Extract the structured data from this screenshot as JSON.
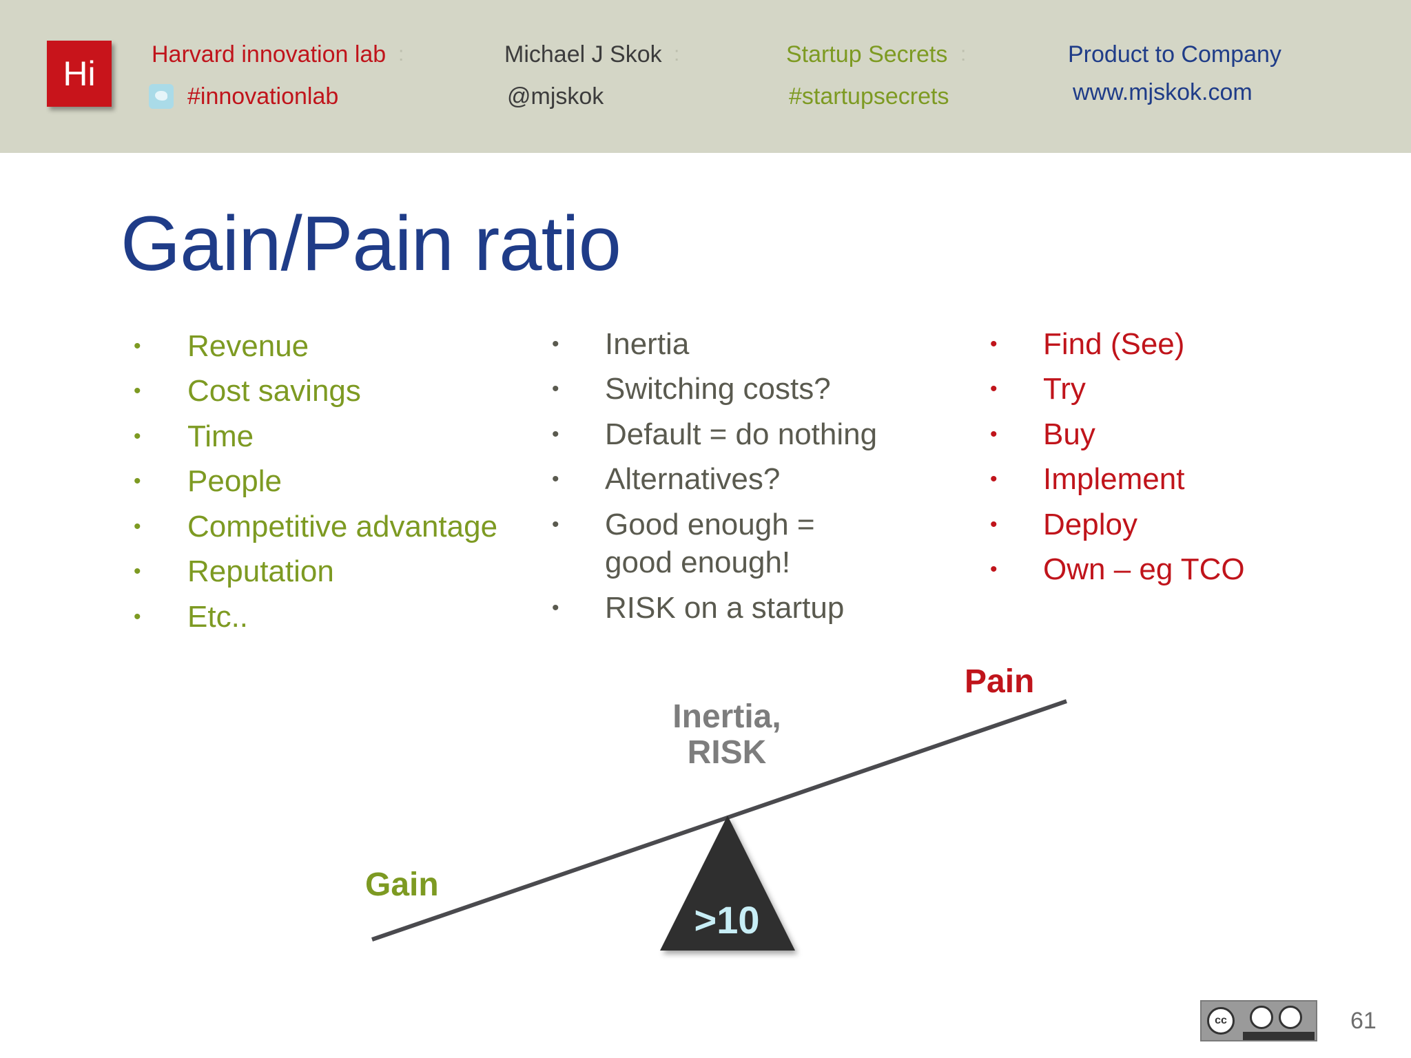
{
  "header": {
    "logo": "Hi",
    "items": [
      {
        "title": "Harvard innovation lab",
        "separator": ":",
        "subtitle": "#innovationlab"
      },
      {
        "title": "Michael J Skok",
        "separator": ":",
        "subtitle": "@mjskok"
      },
      {
        "title": "Startup Secrets",
        "separator": ":",
        "subtitle": "#startupsecrets"
      },
      {
        "title": "Product to Company",
        "subtitle": "www.mjskok.com"
      }
    ],
    "icons": [
      "twitter-icon"
    ]
  },
  "slide": {
    "title": "Gain/Pain ratio",
    "bullet": "•",
    "gain_list": [
      "Revenue",
      "Cost savings",
      "Time",
      "People",
      "Competitive advantage",
      "Reputation",
      "Etc.."
    ],
    "inertia_list": [
      "Inertia",
      "Switching costs?",
      "Default = do nothing",
      "Alternatives?",
      "Good enough =",
      "good enough!",
      "RISK on a startup"
    ],
    "pain_list": [
      "Find (See)",
      "Try",
      "Buy",
      "Implement",
      "Deploy",
      "Own – eg TCO"
    ],
    "diagram": {
      "pain_label": "Pain",
      "gain_label": "Gain",
      "inertia_label_1": "Inertia,",
      "inertia_label_2": "RISK",
      "ratio_label": ">10"
    }
  },
  "footer": {
    "license_badge": "cc-by-nc-sa-icon",
    "page_number": "61"
  },
  "colors": {
    "header_bg": "#d4d6c6",
    "logo_red": "#c8141b",
    "title_blue": "#1f3c88",
    "gain_green": "#7d9a22",
    "pain_red": "#c0141b",
    "inertia_gray": "#5a5a4f",
    "fulcrum": "#2f2f2f"
  }
}
